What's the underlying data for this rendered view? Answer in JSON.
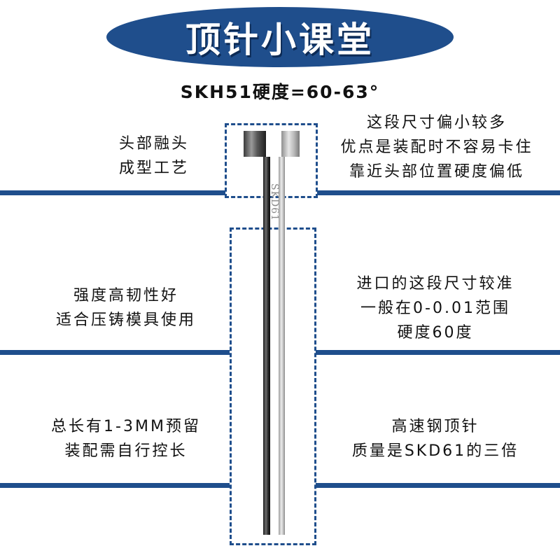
{
  "header": {
    "title": "顶针小课堂",
    "subtitle": "SKH51硬度=60-63°"
  },
  "colors": {
    "accent": "#1f4e8c",
    "text": "#111111"
  },
  "pin": {
    "engraving": "SKD61"
  },
  "notes": {
    "head_left": [
      "头部融头",
      "成型工艺"
    ],
    "head_right": [
      "这段尺寸偏小较多",
      "优点是装配时不容易卡住",
      "靠近头部位置硬度偏低"
    ],
    "mid_left": [
      "强度高韧性好",
      "适合压铸模具使用"
    ],
    "mid_right": [
      "进口的这段尺寸较准",
      "一般在0-0.01范围",
      "硬度60度"
    ],
    "low_left": [
      "总长有1-3MM预留",
      "装配需自行控长"
    ],
    "low_right": [
      "高速钢顶针",
      "质量是SKD61的三倍"
    ]
  }
}
